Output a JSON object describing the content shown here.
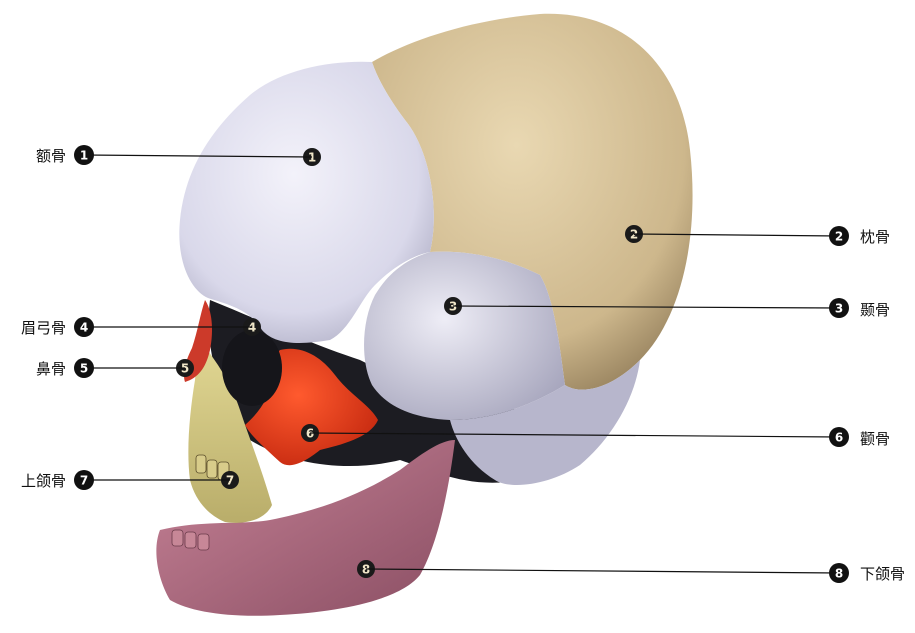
{
  "bones": [
    {
      "num": "1",
      "name": "额骨",
      "color": "#e3e2f0"
    },
    {
      "num": "2",
      "name": "枕骨",
      "color": "#d8c39a"
    },
    {
      "num": "3",
      "name": "颞骨",
      "color": "#d9d8e8"
    },
    {
      "num": "4",
      "name": "眉弓骨",
      "color": "#cc3a2a"
    },
    {
      "num": "5",
      "name": "鼻骨",
      "color": "#cc3a2a"
    },
    {
      "num": "6",
      "name": "颧骨",
      "color": "#e8431f"
    },
    {
      "num": "7",
      "name": "上颌骨",
      "color": "#d6cc86"
    },
    {
      "num": "8",
      "name": "下颌骨",
      "color": "#b56d85"
    }
  ],
  "colors": {
    "background": "#ffffff",
    "leader_line": "#111111",
    "badge_outer": "#111111",
    "badge_text": "#ffffff",
    "inner_badge_fill": "#1a1a1a",
    "inner_badge_text": "#f0e6c8",
    "shadow": "#1c1c22"
  }
}
